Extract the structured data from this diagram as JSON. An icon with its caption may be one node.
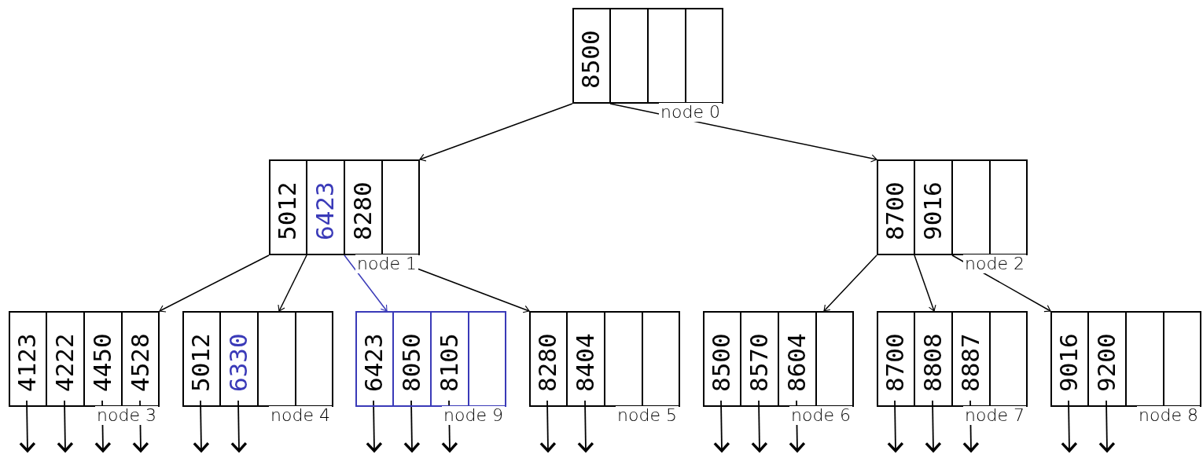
{
  "diagram": {
    "nodes": [
      {
        "text": [
          "8500"
        ],
        "beside": [
          "node 0"
        ]
      },
      {
        "text": [
          "5012",
          "6423",
          "8280"
        ],
        "beside": [
          "node 1"
        ]
      },
      {
        "text": [
          "8700",
          "9016"
        ],
        "beside": [
          "node 2"
        ]
      },
      {
        "text": [
          "4123",
          "4222",
          "4450",
          "4528"
        ],
        "beside": [
          "node 3"
        ]
      },
      {
        "text": [
          "5012",
          "6330"
        ],
        "beside": [
          "node 4"
        ]
      },
      {
        "text": [
          "6423",
          "8050",
          "8105"
        ],
        "beside": [
          "node 9"
        ]
      },
      {
        "text": [
          "8280",
          "8404"
        ],
        "beside": [
          "node 5"
        ]
      },
      {
        "text": [
          "8500",
          "8570",
          "8604"
        ],
        "beside": [
          "node 6"
        ]
      },
      {
        "text": [
          "8700",
          "8808",
          "8887"
        ],
        "beside": [
          "node 7"
        ]
      },
      {
        "text": [
          "9016",
          "9200"
        ],
        "beside": [
          "node 8"
        ]
      }
    ],
    "edges": [
      {
        "from": 0,
        "to": 1,
        "arrow": "to"
      },
      {
        "from": 0,
        "to": 2,
        "arrow": "to"
      },
      {
        "from": 1,
        "to": 3,
        "arrow": "to"
      },
      {
        "from": 1,
        "to": 4,
        "arrow": "to"
      },
      {
        "from": 1,
        "to": 5,
        "arrow": "to",
        "color": "#3a3ab8"
      },
      {
        "from": 1,
        "to": 6,
        "arrow": "to"
      },
      {
        "from": 2,
        "to": 7,
        "arrow": "to"
      },
      {
        "from": 2,
        "to": 8,
        "arrow": "to"
      },
      {
        "from": 2,
        "to": 9,
        "arrow": "to"
      },
      {
        "from": 3,
        "to": null,
        "arrow": "to"
      },
      {
        "from": 3,
        "to": null,
        "arrow": "to"
      },
      {
        "from": 3,
        "to": null,
        "arrow": "to"
      },
      {
        "from": 3,
        "to": null,
        "arrow": "to"
      },
      {
        "from": 4,
        "to": null,
        "arrow": "to"
      },
      {
        "from": 4,
        "to": null,
        "arrow": "to"
      },
      {
        "from": 5,
        "to": null,
        "arrow": "to"
      },
      {
        "from": 5,
        "to": null,
        "arrow": "to"
      },
      {
        "from": 5,
        "to": null,
        "arrow": "to"
      },
      {
        "from": 6,
        "to": null,
        "arrow": "to"
      },
      {
        "from": 6,
        "to": null,
        "arrow": "to"
      },
      {
        "from": 7,
        "to": null,
        "arrow": "to"
      },
      {
        "from": 7,
        "to": null,
        "arrow": "to"
      },
      {
        "from": 7,
        "to": null,
        "arrow": "to"
      },
      {
        "from": 8,
        "to": null,
        "arrow": "to"
      },
      {
        "from": 8,
        "to": null,
        "arrow": "to"
      },
      {
        "from": 8,
        "to": null,
        "arrow": "to"
      },
      {
        "from": 9,
        "to": null,
        "arrow": "to"
      },
      {
        "from": 9,
        "to": null,
        "arrow": "to"
      }
    ]
  }
}
